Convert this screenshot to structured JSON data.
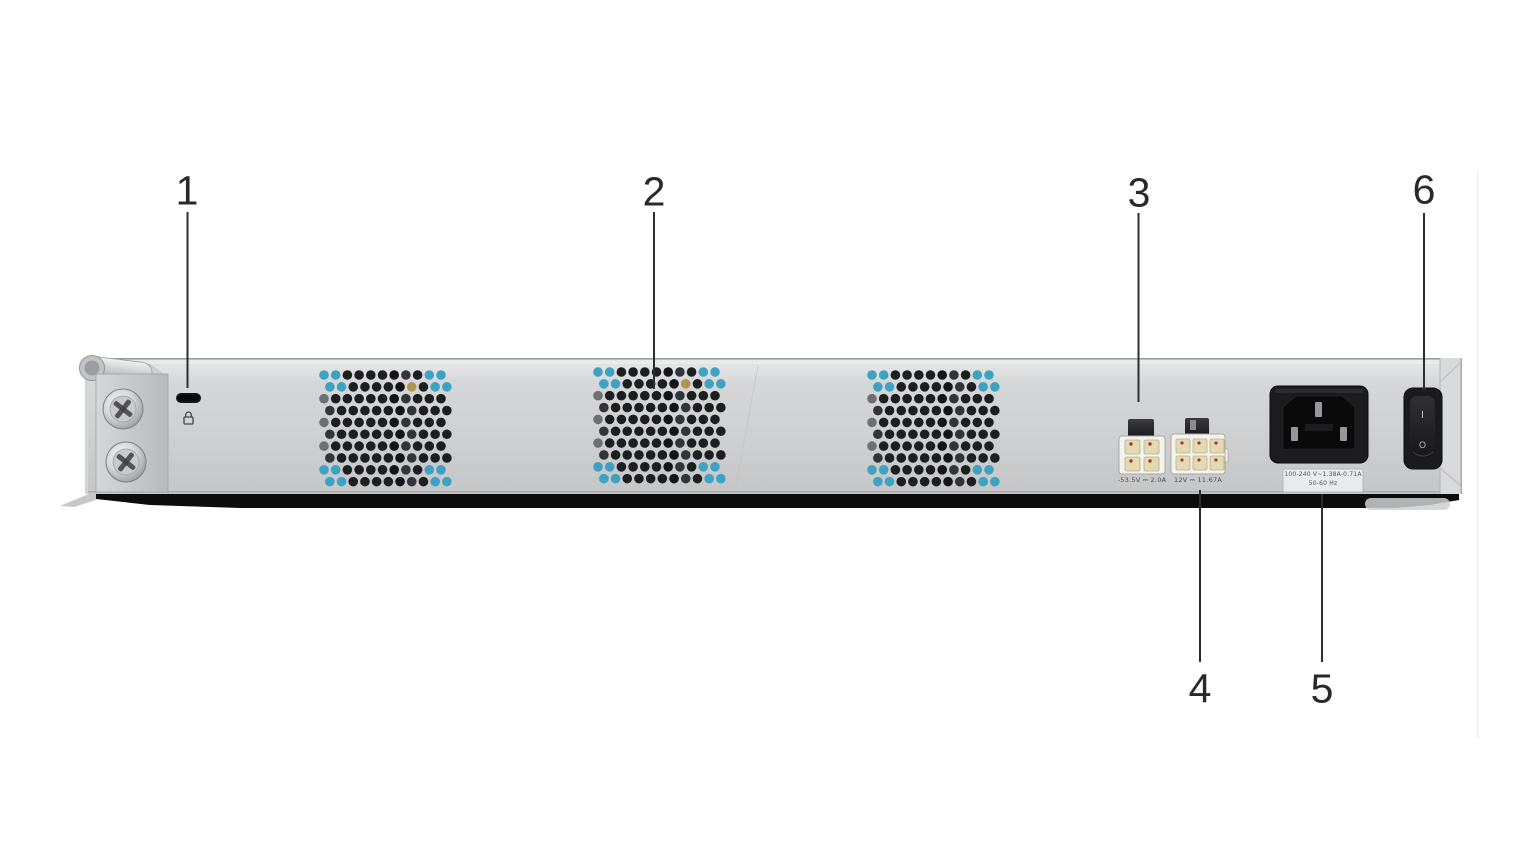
{
  "figure": {
    "type": "hardware-rear-panel-callout-diagram",
    "subject": "network-switch-rear-panel"
  },
  "callouts": [
    {
      "number": "1",
      "target": "security-lock-slot"
    },
    {
      "number": "2",
      "target": "fan-vent"
    },
    {
      "number": "3",
      "target": "dc-power-connector-4pin"
    },
    {
      "number": "4",
      "target": "dc-power-connector-6pin"
    },
    {
      "number": "5",
      "target": "ac-rating-label"
    },
    {
      "number": "6",
      "target": "power-switch"
    }
  ],
  "labels": {
    "dc_4pin": "-53.5V ⎓ 2.0A",
    "dc_6pin": "12V ⎓ 11.67A",
    "ac_rating_line1": "100-240 V~1.38A-0.71A",
    "ac_rating_line2": "50-60 Hz"
  },
  "power_switch": {
    "on_label": "I",
    "off_label": "O"
  },
  "icons": {
    "security_lock": "kensington-lock-icon"
  },
  "colors": {
    "vent_accent": "#3ea2c2",
    "vent_gold": "#b0954f",
    "vent_dark": "#1d1e20",
    "callout": "#28292b",
    "chassis": "#cdced0"
  }
}
